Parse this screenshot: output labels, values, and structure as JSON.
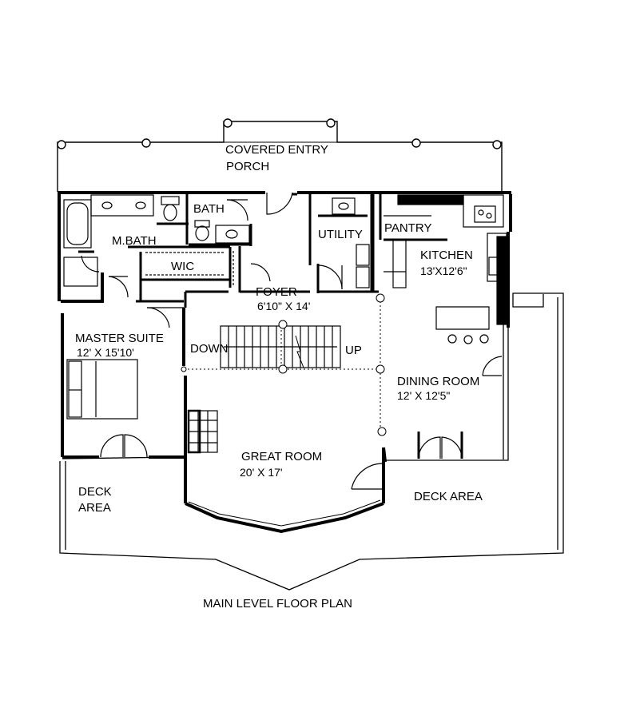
{
  "plan": {
    "title": "MAIN LEVEL FLOOR PLAN",
    "rooms": {
      "porch_line1": "COVERED ENTRY",
      "porch_line2": "PORCH",
      "bath": "BATH",
      "mbath": "M.BATH",
      "wic": "WIC",
      "utility": "UTILITY",
      "pantry": "PANTRY",
      "kitchen": "KITCHEN",
      "kitchen_dim": "13'X12'6\"",
      "foyer": "FOYER",
      "foyer_dim": "6'10\" X 14'",
      "master": "MASTER SUITE",
      "master_dim": "12' X 15'10'",
      "down": "DOWN",
      "up": "UP",
      "dining": "DINING ROOM",
      "dining_dim": "12' X 12'5\"",
      "great": "GREAT ROOM",
      "great_dim": "20' X 17'",
      "deck_left_line1": "DECK",
      "deck_left_line2": "AREA",
      "deck_right": "DECK AREA"
    }
  }
}
